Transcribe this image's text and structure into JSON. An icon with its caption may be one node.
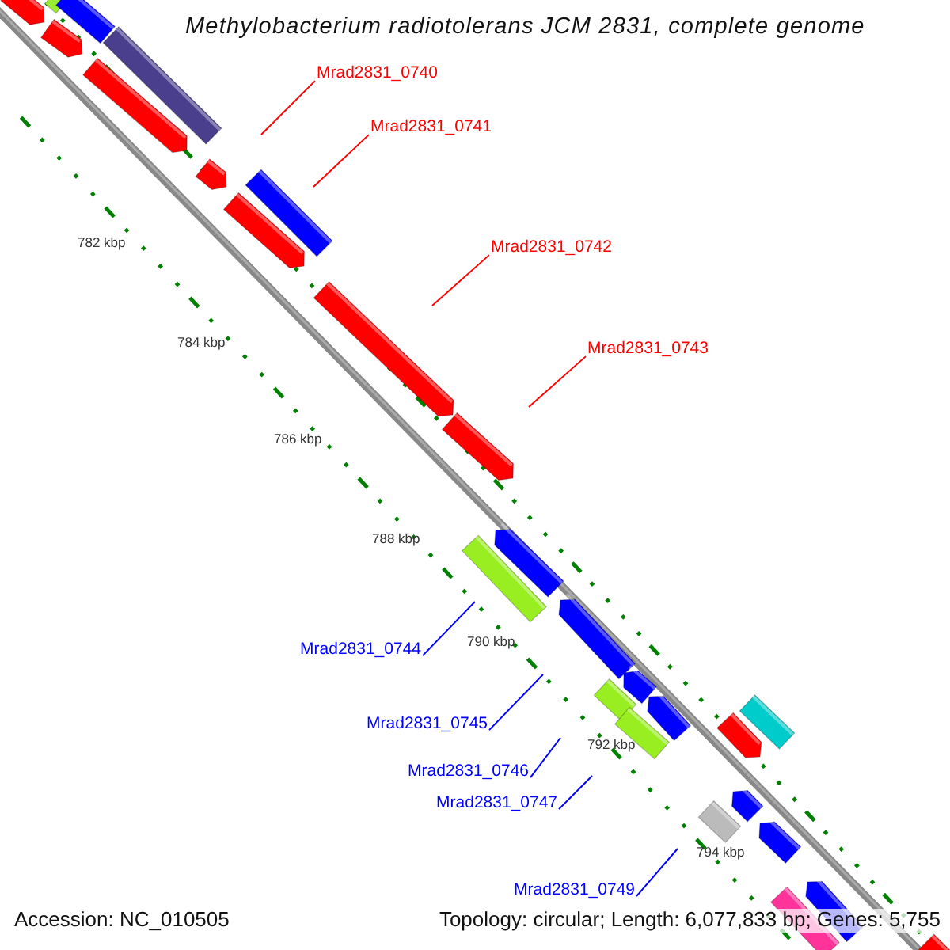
{
  "diagram": {
    "title": "Methylobacterium radiotolerans JCM 2831, complete genome",
    "nodes": [
      {
        "text": [
          "Mrad2831_0740"
        ]
      },
      {
        "text": [
          "Mrad2831_0741"
        ]
      },
      {
        "text": [
          "Mrad2831_0742"
        ]
      },
      {
        "text": [
          "Mrad2831_0743"
        ]
      },
      {
        "text": [
          "Mrad2831_0744"
        ]
      },
      {
        "text": [
          "Mrad2831_0745"
        ]
      },
      {
        "text": [
          "Mrad2831_0746"
        ]
      },
      {
        "text": [
          "Mrad2831_0747"
        ]
      },
      {
        "text": [
          "Mrad2831_0749"
        ]
      }
    ],
    "edges": [
      {
        "from": 0,
        "to": null,
        "arrow": "none",
        "color": "#ff0000"
      },
      {
        "from": 1,
        "to": null,
        "arrow": "none",
        "color": "#ff0000"
      },
      {
        "from": 2,
        "to": null,
        "arrow": "none",
        "color": "#ff0000"
      },
      {
        "from": 3,
        "to": null,
        "arrow": "none",
        "color": "#ff0000"
      },
      {
        "from": 4,
        "to": null,
        "arrow": "none"
      },
      {
        "from": 5,
        "to": null,
        "arrow": "none"
      },
      {
        "from": 6,
        "to": null,
        "arrow": "none"
      },
      {
        "from": 7,
        "to": null,
        "arrow": "none"
      },
      {
        "from": 8,
        "to": null,
        "arrow": "none"
      }
    ],
    "labels": [
      "782 kbp",
      "784 kbp",
      "786 kbp",
      "788 kbp",
      "790 kbp",
      "792 kbp",
      "794 kbp",
      "Accession: NC_010505",
      "Topology: circular; Length: 6,077,833 bp; Genes: 5,755"
    ]
  }
}
